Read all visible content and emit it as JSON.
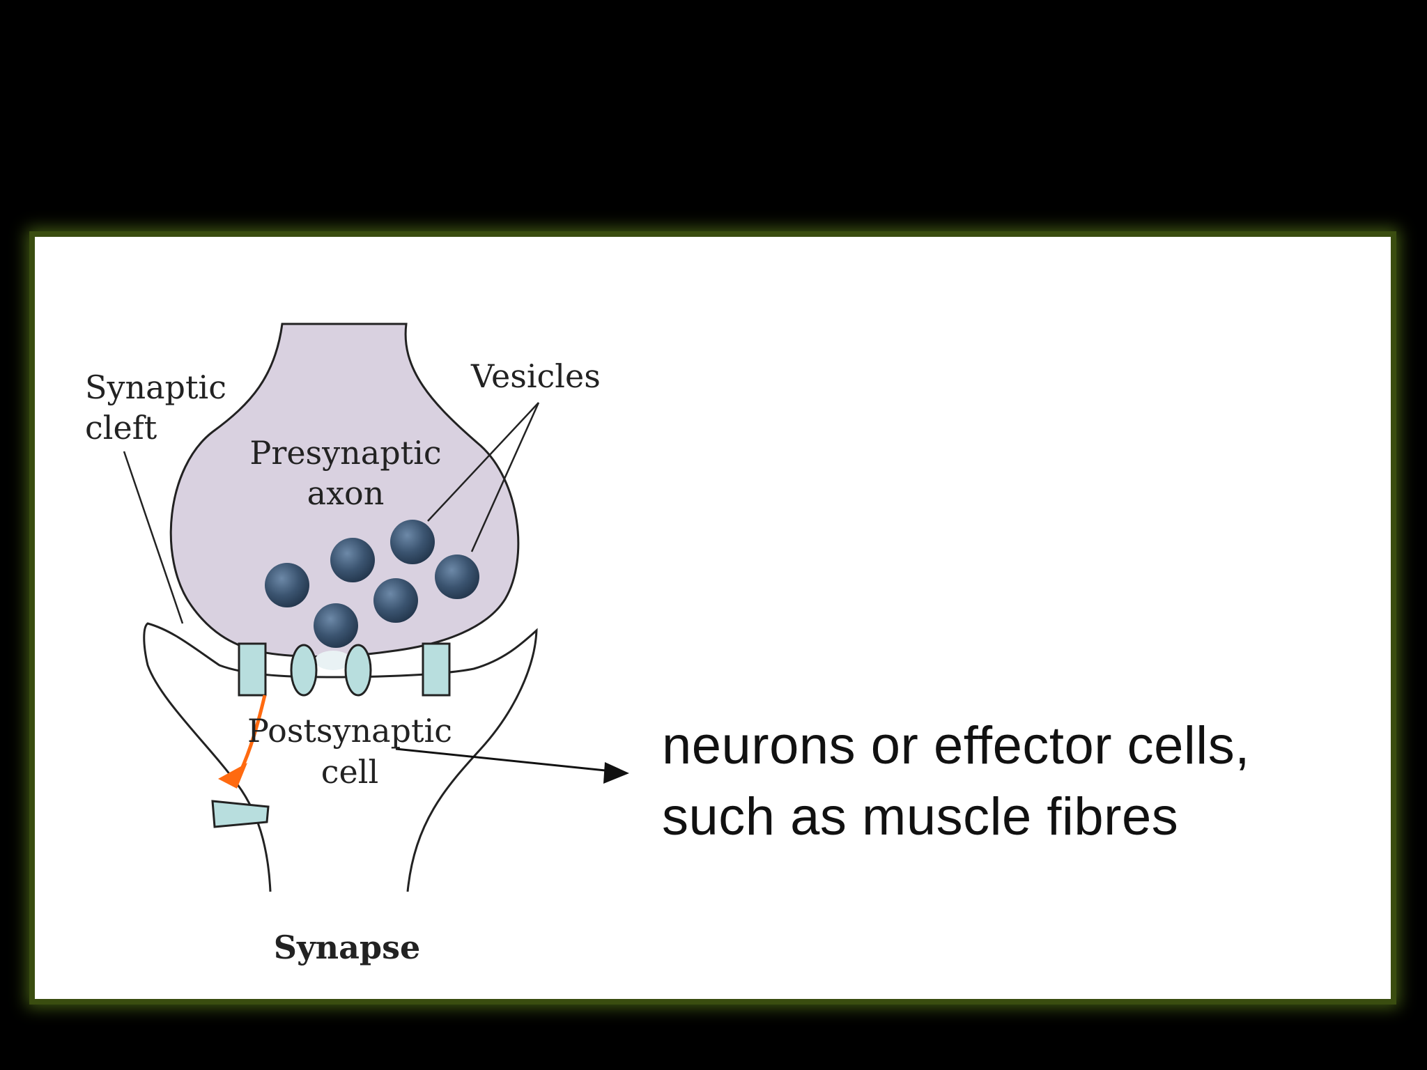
{
  "diagram": {
    "labels": {
      "synaptic_cleft_line1": "Synaptic",
      "synaptic_cleft_line2": "cleft",
      "vesicles": "Vesicles",
      "presynaptic_line1": "Presynaptic",
      "presynaptic_line2": "axon",
      "postsynaptic_line1": "Postsynaptic",
      "postsynaptic_line2": "cell",
      "synapse": "Synapse"
    },
    "caption": {
      "line1": "neurons or effector cells,",
      "line2": "such as muscle fibres"
    }
  },
  "colors": {
    "background": "#000000",
    "panel": "#ffffff",
    "panel_border": "#3a4d10",
    "presynaptic_fill": "#d9d1e0",
    "vesicle": "#3b5470",
    "receptor": "#b8dede",
    "arrow_orange": "#ff6a10"
  }
}
